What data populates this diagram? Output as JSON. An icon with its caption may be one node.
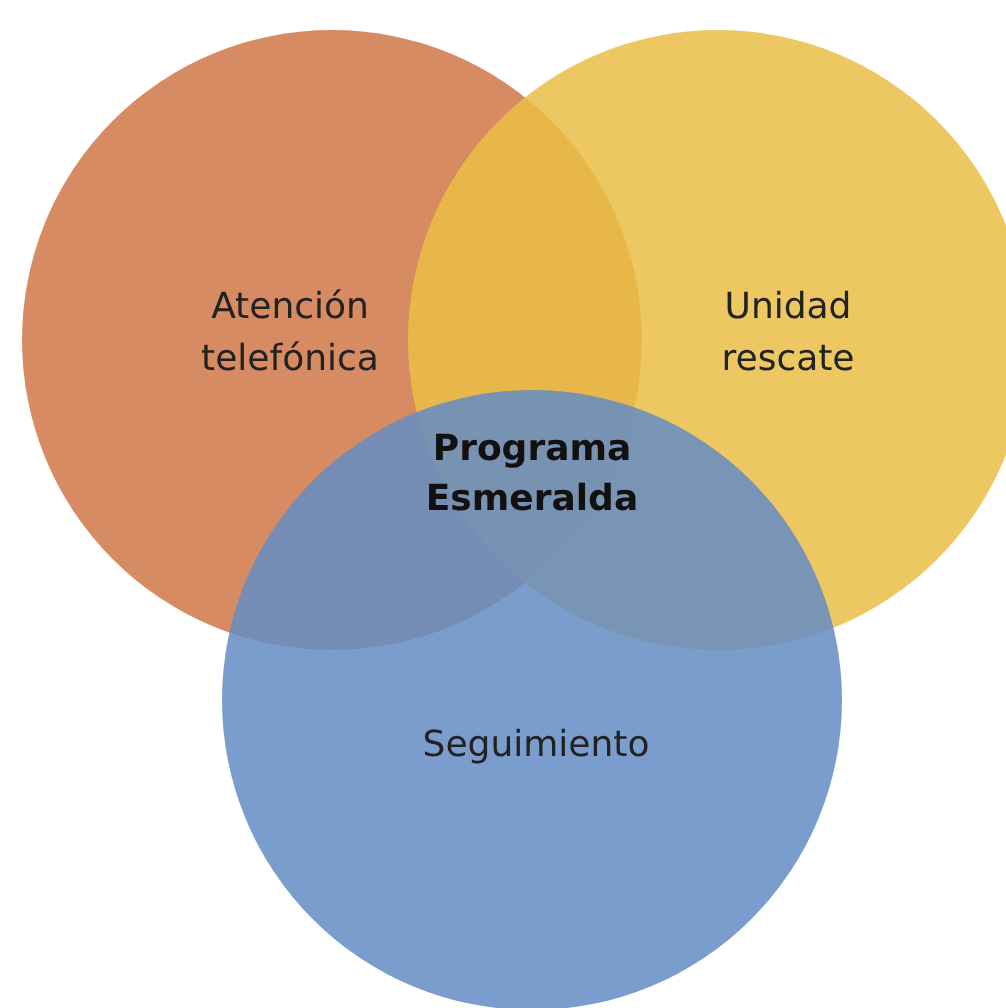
{
  "diagram": {
    "nodes": [
      {
        "text": [
          "Atención telefónica"
        ]
      },
      {
        "text": [
          "Unidad rescate"
        ]
      },
      {
        "text": [
          "Seguimiento"
        ]
      }
    ],
    "labels": [
      "Programa Esmeralda"
    ]
  }
}
